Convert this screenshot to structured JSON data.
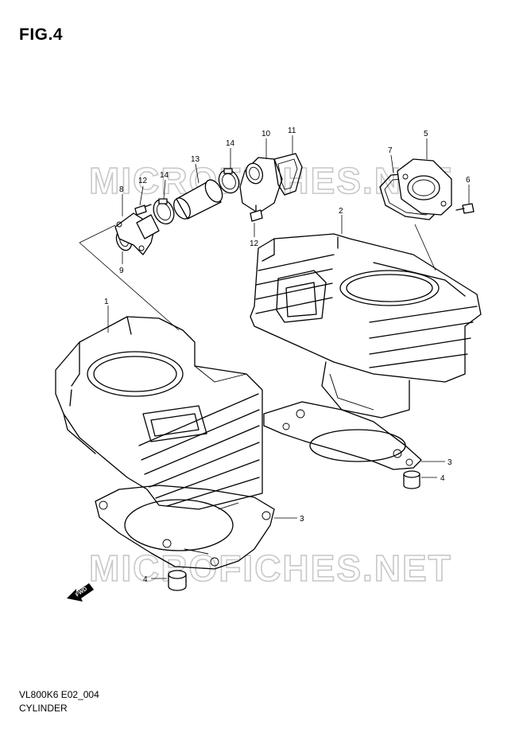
{
  "figure_label": "FIG.4",
  "model_code": "VL800K6 E02_004",
  "caption": "CYLINDER",
  "watermark": "MICROFICHES.NET",
  "fwd_label": "FWD",
  "callouts": {
    "c1": "1",
    "c2": "2",
    "c3a": "3",
    "c3b": "3",
    "c4a": "4",
    "c4b": "4",
    "c5": "5",
    "c6": "6",
    "c7": "7",
    "c8": "8",
    "c9": "9",
    "c10": "10",
    "c11": "11",
    "c12a": "12",
    "c12b": "12",
    "c13": "13",
    "c14a": "14",
    "c14b": "14"
  }
}
